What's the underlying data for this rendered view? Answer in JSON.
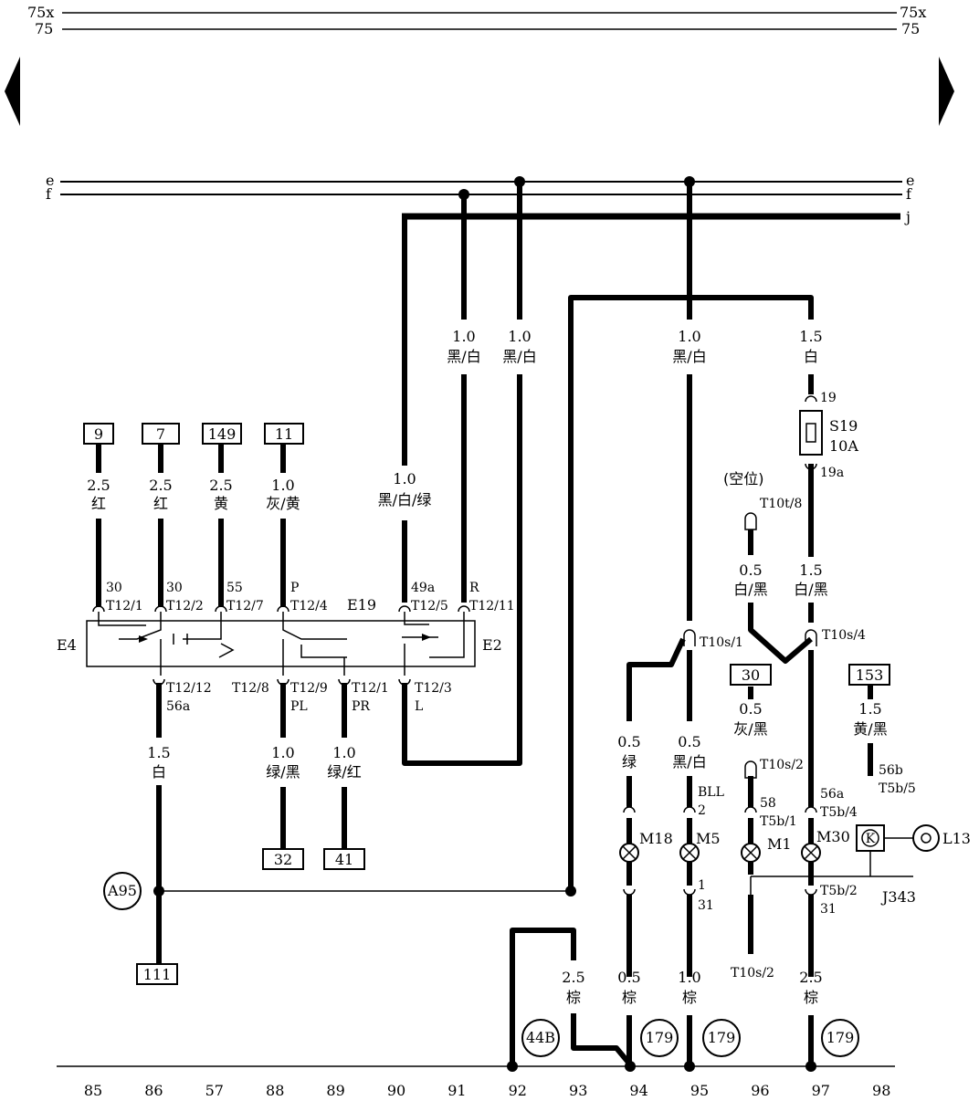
{
  "rails": {
    "r75x": "75x",
    "r75": "75",
    "e": "e",
    "f": "f",
    "j": "j"
  },
  "terminals": {
    "t9": "9",
    "t7": "7",
    "t149": "149",
    "t11": "11",
    "t32": "32",
    "t41": "41",
    "t111": "111",
    "t30": "30",
    "t153": "153"
  },
  "wires": {
    "w86a_size": "2.5",
    "w86a_color": "红",
    "w86b_size": "2.5",
    "w86b_color": "红",
    "w57_size": "2.5",
    "w57_color": "黄",
    "w88_size": "1.0",
    "w88_color": "灰/黄",
    "w90_size": "1.0",
    "w90_color": "黑/白/绿",
    "w91_size": "1.0",
    "w91_color": "黑/白",
    "w92_size": "1.0",
    "w92_color": "黑/白",
    "w95_size": "1.0",
    "w95_color": "黑/白",
    "w97_size": "1.5",
    "w97_color": "白",
    "w96_size": "0.5",
    "w96_color": "白/黑",
    "w97b_size": "1.5",
    "w97b_color": "白/黑",
    "w86c_size": "1.5",
    "w86c_color": "白",
    "w88b_size": "1.0",
    "w88b_color": "绿/黑",
    "w89_size": "1.0",
    "w89_color": "绿/红",
    "w94_size": "0.5",
    "w94_color": "绿",
    "w95b_size": "0.5",
    "w95b_color": "黑/白",
    "w96b_size": "0.5",
    "w96b_color": "灰/黑",
    "w98_size": "1.5",
    "w98_color": "黄/黑",
    "w93g_size": "2.5",
    "w93g_color": "棕",
    "w94g_size": "0.5",
    "w94g_color": "棕",
    "w95g_size": "1.0",
    "w95g_color": "棕",
    "w97g_size": "2.5",
    "w97g_color": "棕"
  },
  "pins": {
    "p30a": "30",
    "p30b": "30",
    "p55": "55",
    "pP": "P",
    "p49a": "49a",
    "pR": "R",
    "t12_1": "T12/1",
    "t12_2": "T12/2",
    "t12_7": "T12/7",
    "t12_4": "T12/4",
    "t12_5": "T12/5",
    "t12_11": "T12/11",
    "t12_12": "T12/12",
    "t12_8": "T12/8",
    "t12_9": "T12/9",
    "t12_10": "T12/1",
    "t12_3": "T12/3",
    "p56a": "56a",
    "pPL": "PL",
    "pPR": "PR",
    "pL": "L",
    "t10s1": "T10s/1",
    "t10s4": "T10s/4",
    "t10s2": "T10s/2",
    "t10s2b": "T10s/2",
    "t10t8": "T10t/8",
    "kongwei": "(空位)",
    "p19": "19",
    "p19a": "19a",
    "pBLL": "BLL",
    "p2": "2",
    "p1": "1",
    "p31a": "31",
    "p31b": "31",
    "p58": "58",
    "t5b1": "T5b/1",
    "p56a2": "56a",
    "t5b4": "T5b/4",
    "p56b": "56b",
    "t5b5": "T5b/5",
    "t5b2": "T5b/2"
  },
  "components": {
    "E4": "E4",
    "E19": "E19",
    "E2": "E2",
    "S19": "S19",
    "S19_rating": "10A",
    "M18": "M18",
    "M5": "M5",
    "M1": "M1",
    "M30": "M30",
    "L13": "L13",
    "J343": "J343",
    "K": "K"
  },
  "grounds": {
    "A95": "A95",
    "g44B": "44B",
    "g179a": "179",
    "g179b": "179",
    "g179c": "179"
  },
  "columns": [
    "85",
    "86",
    "57",
    "88",
    "89",
    "90",
    "91",
    "92",
    "93",
    "94",
    "95",
    "96",
    "97",
    "98"
  ]
}
